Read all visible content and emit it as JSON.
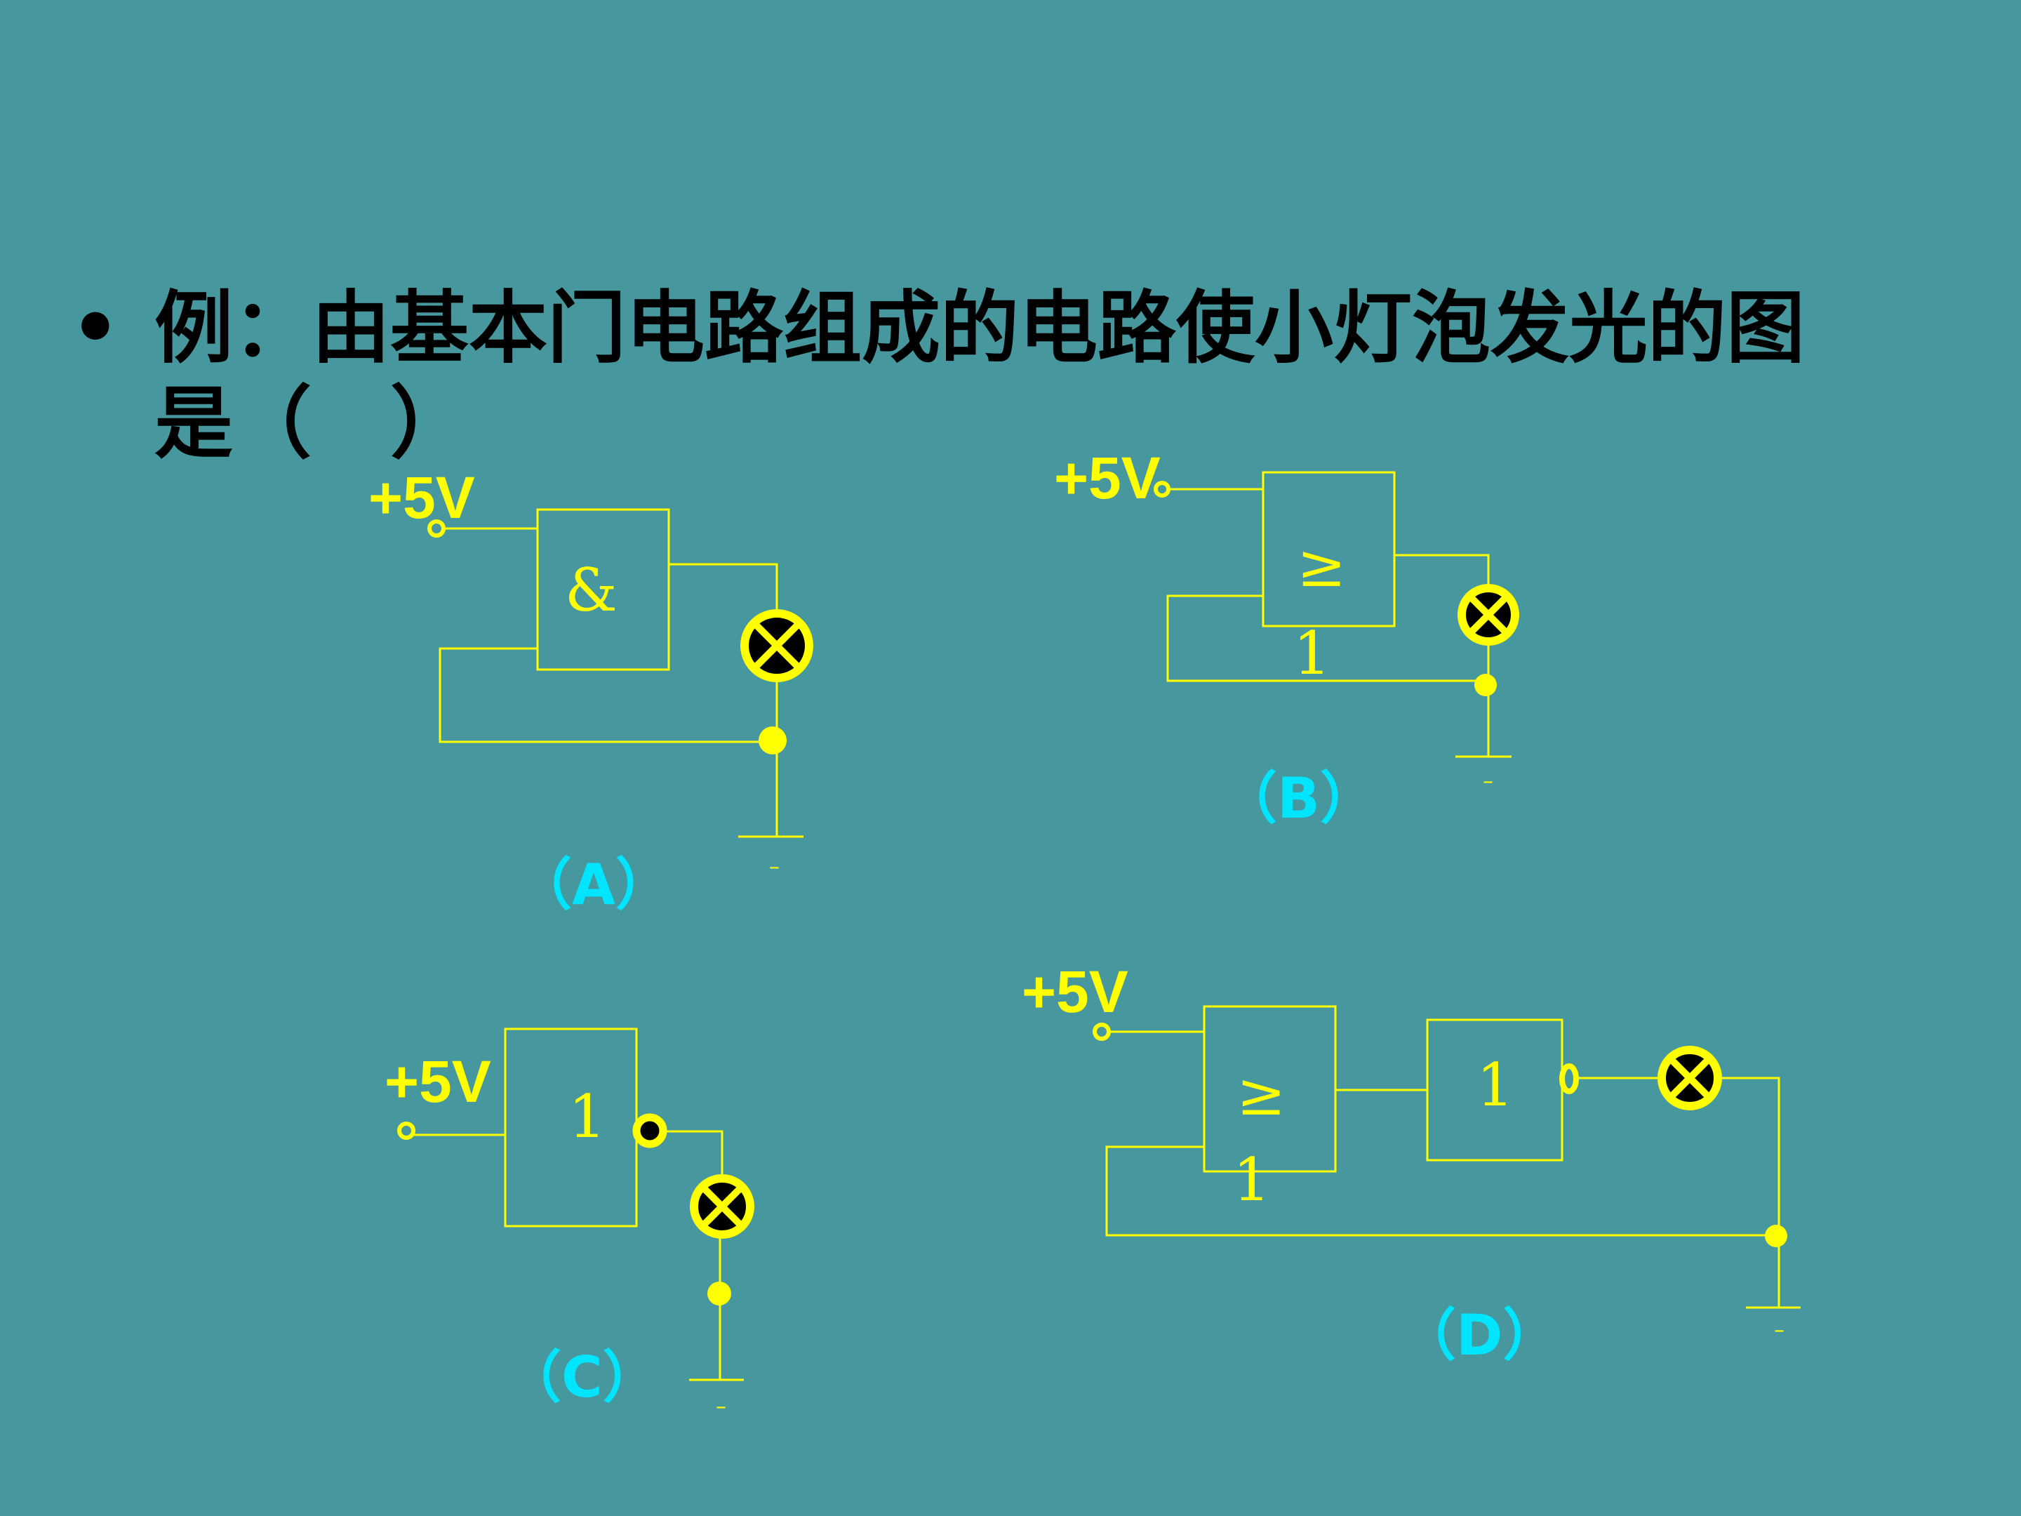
{
  "question": {
    "bullet": "•",
    "text": "例：由基本门电路组成的电路使小灯泡发光的图是（　）"
  },
  "circuits": {
    "A": {
      "voltage": "+5V",
      "gate_symbol": "&",
      "caption": "（A）",
      "ground_mark": "–"
    },
    "B": {
      "voltage": "+5V",
      "gate_symbol": "≥",
      "gate_symbol_sub": "1",
      "caption": "（B）",
      "ground_mark": "–"
    },
    "C": {
      "voltage": "+5V",
      "gate_symbol": "1",
      "caption": "（C）",
      "ground_mark": "–"
    },
    "D": {
      "voltage": "+5V",
      "gate1_symbol": "≥",
      "gate1_symbol_sub": "1",
      "gate2_symbol": "1",
      "caption": "（D）",
      "ground_mark": "–"
    }
  },
  "colors": {
    "background": "#46979e",
    "wire": "#ffff00",
    "caption": "#00e5ff",
    "question_text": "#000000"
  },
  "icons": {
    "lamp": "lamp-x-icon",
    "terminal": "terminal-circle-icon",
    "ground": "ground-icon"
  }
}
